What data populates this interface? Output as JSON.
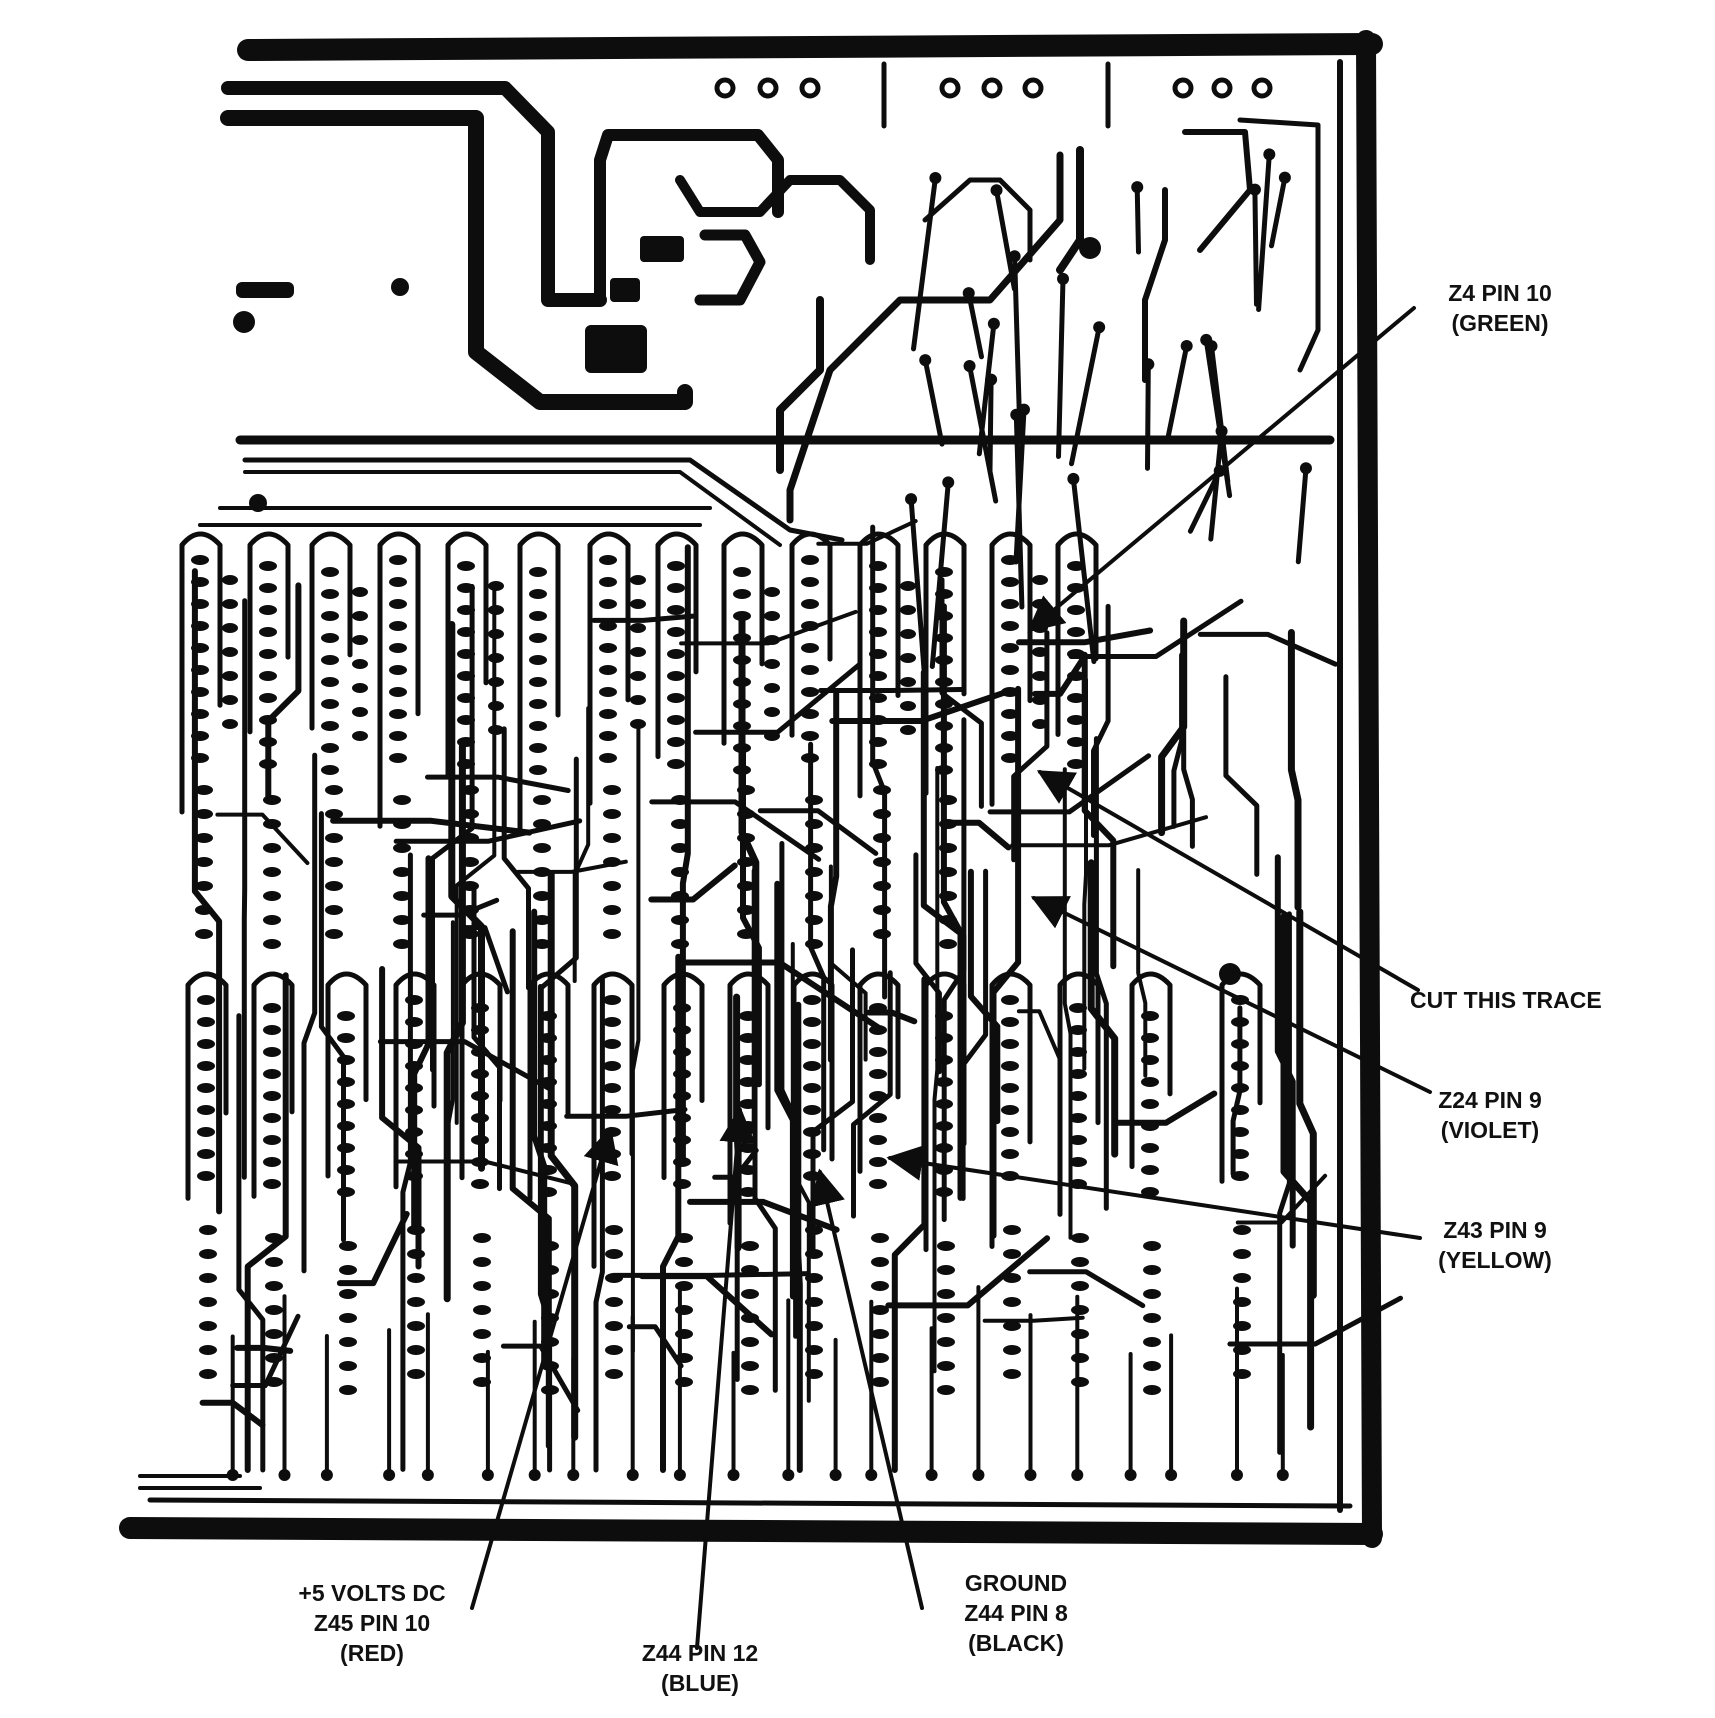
{
  "diagram": {
    "colors": {
      "ink": "#0d0d0d",
      "paper": "#ffffff"
    },
    "callouts": {
      "z4_pin10": {
        "line1": "Z4 PIN 10",
        "line2": "(GREEN)"
      },
      "cut_trace": {
        "line1": "CUT THIS TRACE"
      },
      "z24_pin9": {
        "line1": "Z24 PIN 9",
        "line2": "(VIOLET)"
      },
      "z43_pin9": {
        "line1": "Z43 PIN 9",
        "line2": "(YELLOW)"
      },
      "plus5v": {
        "line1": "+5 VOLTS DC",
        "line2": "Z45 PIN 10",
        "line3": "(RED)"
      },
      "z44_pin12": {
        "line1": "Z44 PIN 12",
        "line2": "(BLUE)"
      },
      "ground": {
        "line1": "GROUND",
        "line2": "Z44 PIN 8",
        "line3": "(BLACK)"
      }
    }
  }
}
